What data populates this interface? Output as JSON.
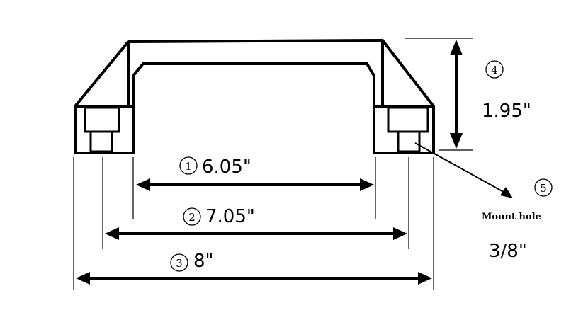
{
  "dimensions": [
    {
      "marker": "1",
      "label": "6.05\""
    },
    {
      "marker": "2",
      "label": "7.05\""
    },
    {
      "marker": "3",
      "label": "8\""
    },
    {
      "marker": "4",
      "label": "1.95\""
    },
    {
      "marker": "5",
      "label": "3/8\""
    }
  ],
  "mount_hole_label": "Mount hole"
}
